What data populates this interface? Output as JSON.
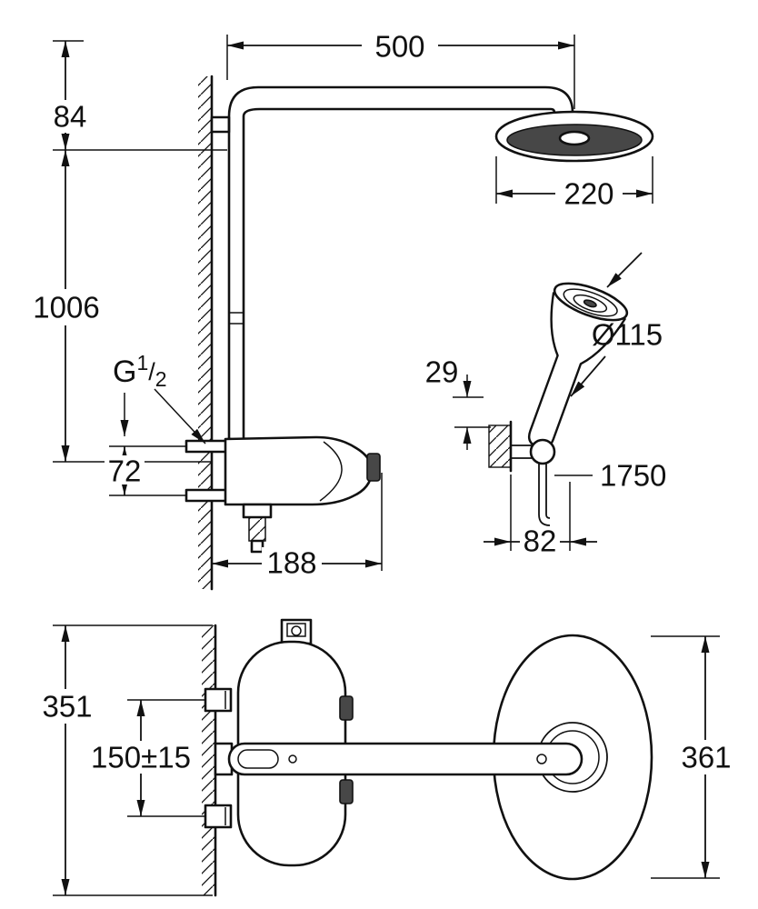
{
  "labels": {
    "d500": "500",
    "d84": "84",
    "d1006": "1006",
    "d220": "220",
    "dia115": "Ø115",
    "d29": "29",
    "thread_g": "G",
    "thread_num": "1",
    "thread_slash": "/",
    "thread_den": "2",
    "d72": "72",
    "d1750": "1750",
    "d82": "82",
    "d188": "188",
    "d351": "351",
    "d150": "150±15",
    "d361": "361"
  },
  "colors": {
    "line": "#111111",
    "background": "#ffffff",
    "dark_fill": "#474747"
  }
}
